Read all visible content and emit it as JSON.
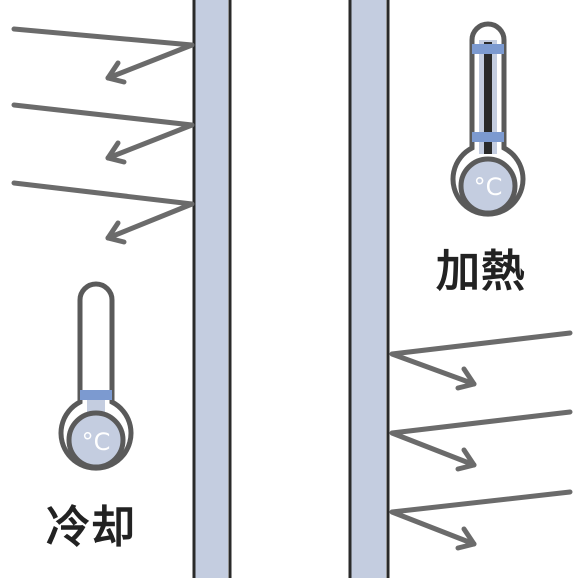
{
  "labels": {
    "heating": "加熱",
    "cooling": "冷却"
  },
  "thermometer_unit": "°C",
  "colors": {
    "wall_fill": "#c4cde0",
    "wall_stroke": "#2a2a2a",
    "arrow": "#6b6b6b",
    "thermometer_outline": "#5a5a5a",
    "thermometer_fill": "#c4cde0",
    "thermometer_band": "#7c9ad0",
    "thermometer_column": "#2a2a2a"
  },
  "icons": [
    "thermometer-hot-icon",
    "thermometer-cold-icon",
    "arrow-icon"
  ]
}
